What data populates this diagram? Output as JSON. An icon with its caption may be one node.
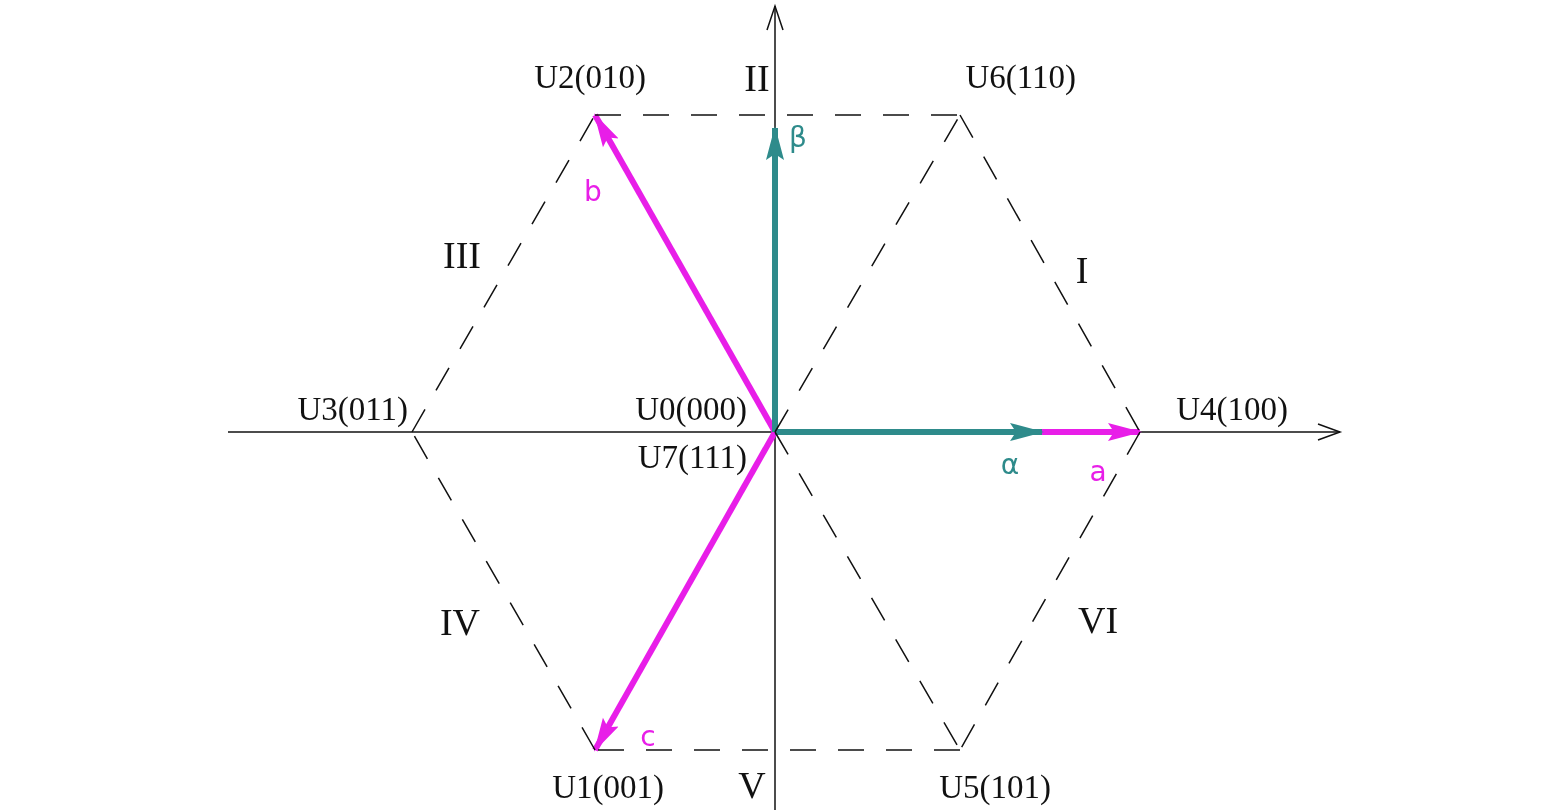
{
  "diagram": {
    "nodes": [
      {
        "text": [
          "U2(010)"
        ]
      },
      {
        "text": [
          "U6(110)"
        ]
      },
      {
        "text": [
          "U3(011)"
        ]
      },
      {
        "text": [
          "U0(000)",
          "U7(111)"
        ]
      },
      {
        "text": [
          "U4(100)"
        ]
      },
      {
        "text": [
          "U1(001)"
        ]
      },
      {
        "text": [
          "U5(101)"
        ]
      }
    ],
    "edges": [
      {
        "from": 3,
        "to": 4,
        "arrow": "to",
        "label": "a",
        "style": "thick",
        "color": "#e81ee8"
      },
      {
        "from": 3,
        "to": 0,
        "arrow": "to",
        "label": "b",
        "style": "thick",
        "color": "#e81ee8"
      },
      {
        "from": 3,
        "to": 5,
        "arrow": "to",
        "label": "c",
        "style": "thick",
        "color": "#e81ee8"
      },
      {
        "from": 3,
        "to": null,
        "arrow": "to",
        "label": "α",
        "style": "thick",
        "color": "#2e8b8b"
      },
      {
        "from": 3,
        "to": null,
        "arrow": "to",
        "label": "β",
        "style": "thick",
        "color": "#2e8b8b"
      },
      {
        "from": 0,
        "to": 1,
        "arrow": "none",
        "style": "dashed"
      },
      {
        "from": 1,
        "to": 4,
        "arrow": "none",
        "style": "dashed"
      },
      {
        "from": 4,
        "to": 6,
        "arrow": "none",
        "style": "dashed"
      },
      {
        "from": 6,
        "to": 5,
        "arrow": "none",
        "style": "dashed"
      },
      {
        "from": 5,
        "to": 2,
        "arrow": "none",
        "style": "dashed"
      },
      {
        "from": 2,
        "to": 0,
        "arrow": "none",
        "style": "dashed"
      },
      {
        "from": 3,
        "to": 1,
        "arrow": "none",
        "style": "dashed"
      },
      {
        "from": 3,
        "to": 6,
        "arrow": "none",
        "style": "dashed"
      }
    ],
    "labels": [
      "II",
      "III",
      "I",
      "IV",
      "VI",
      "V"
    ]
  }
}
